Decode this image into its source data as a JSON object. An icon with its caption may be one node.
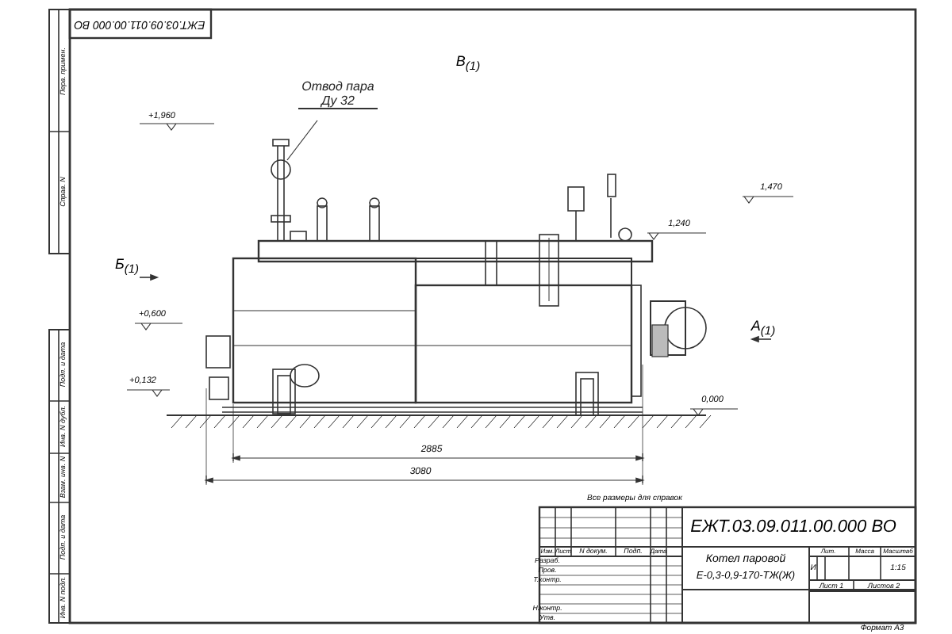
{
  "diagram": {
    "nodes": [
      {
        "text": [
          "Отвод пара Ду 32"
        ]
      },
      {
        "text": [],
        "shape": "picture"
      }
    ],
    "edges": [
      {
        "from": 0,
        "to": 1,
        "arrow": "none"
      }
    ],
    "labels": [
      "ЕЖТ.03.09.011.00.000 ВО",
      "Перв. примен.",
      "Справ. N",
      "В$_{(1)}$",
      "+1,960",
      "1,470",
      "1,240",
      "Б$_{(1)}$",
      "+0,600",
      "А$_{(1)}$",
      "+0,132",
      "0,000",
      "Подп. и дата",
      "Инв. N дубл.",
      "Взам. инв. N",
      "Подп. и дата",
      "Инв. N подл.",
      "2885",
      "3080",
      "Все размеры для справок",
      "ЕЖТ.03.09.011.00.000 ВО",
      "Изм.",
      "Лист",
      "N докум.",
      "Подп.",
      "Дата",
      "Разраб.",
      "Пров.",
      "Т.контр.",
      "Н.контр.",
      "Утв.",
      "Котел паровой",
      "Е-0,3-0,9-170-ТЖ(Ж)",
      "Лит.",
      "Масса",
      "Масштаб",
      "И",
      "1:15",
      "Лист 1",
      "Листов 2",
      "Формат А3"
    ]
  }
}
